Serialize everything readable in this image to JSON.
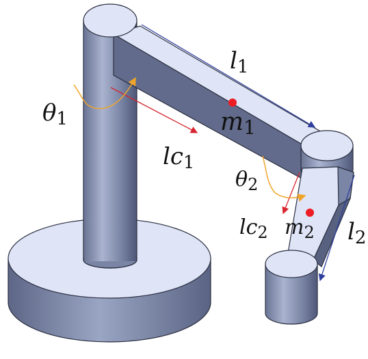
{
  "colors": {
    "body_light": "#dfe4f7",
    "body_mid": "#8e9ab8",
    "body_dark": "#565f7e",
    "edge": "#2a2f40",
    "link_arrow": "#2e3f9e",
    "com_arrow": "#d8242f",
    "angle_arrow": "#f0a52a",
    "mass_dot": "#ee1c24"
  },
  "labels": {
    "theta1": {
      "sym": "θ",
      "sub": "1"
    },
    "theta2": {
      "sym": "θ",
      "sub": "2"
    },
    "l1": {
      "sym": "l",
      "sub": "1"
    },
    "l2": {
      "sym": "l",
      "sub": "2"
    },
    "lc1": {
      "sym": "lc",
      "sub": "1"
    },
    "lc2": {
      "sym": "lc",
      "sub": "2"
    },
    "m1": {
      "sym": "m",
      "sub": "1"
    },
    "m2": {
      "sym": "m",
      "sub": "2"
    }
  }
}
